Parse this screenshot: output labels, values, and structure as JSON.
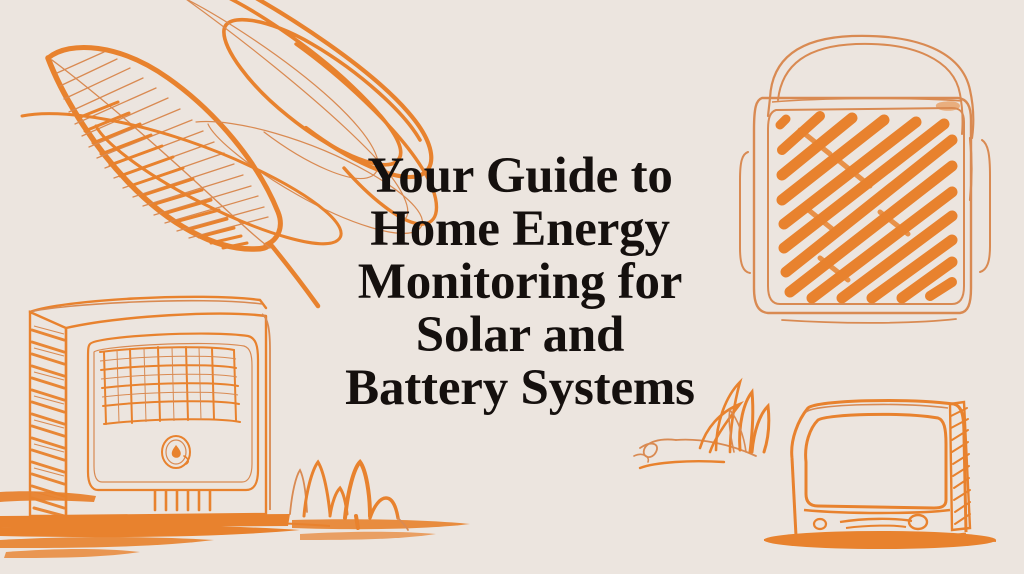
{
  "poster": {
    "background_color": "#ece5df",
    "accent_color": "#e8822e",
    "accent_light_color": "#d98a52",
    "title_color": "#15100e",
    "title_lines": [
      "Your Guide to",
      "Home Energy",
      "Monitoring for",
      "Solar and",
      "Battery Systems"
    ],
    "title_full": "Your Guide to Home Energy Monitoring for Solar and Battery Systems"
  },
  "illustrations": {
    "top_left_leaf": "hand-drawn hatched leaf / feather",
    "top_scribble": "loose overlapping elliptical scribble loops",
    "top_right_battery": "sketched battery pack with carry handle and diagonal orange hatch fill",
    "bottom_left_appliance": "sketched energy monitor appliance with grid display, round logo badge and vent slots",
    "bottom_center_grass": "small grass tuft sketch on ground line",
    "bottom_right_monitor": "sketched computer monitor on stand with grass tufts and shadow"
  }
}
